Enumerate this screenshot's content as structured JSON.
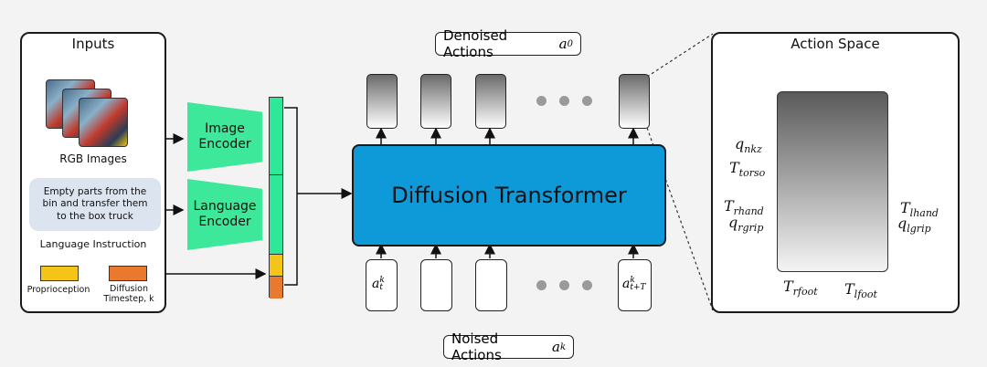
{
  "inputs": {
    "title": "Inputs",
    "rgb_label": "RGB Images",
    "instruction_text": "Empty parts from the bin and transfer them to the box truck",
    "instruction_label": "Language Instruction",
    "proprio_label": "Proprioception",
    "timestep_label": "Diffusion Timestep, k"
  },
  "encoders": {
    "image_line1": "Image",
    "image_line2": "Encoder",
    "language_line1": "Language",
    "language_line2": "Encoder"
  },
  "transformer": {
    "label": "Diffusion Transformer"
  },
  "denoised": {
    "text": "Denoised Actions",
    "symbol": "a",
    "sub": "0"
  },
  "noised": {
    "text": "Noised Actions",
    "symbol": "a",
    "sub": "k",
    "first_card": {
      "base": "a",
      "sup": "k",
      "sub": "t"
    },
    "last_card": {
      "base": "a",
      "sup": "k",
      "sub": "t+T"
    }
  },
  "action_space": {
    "title": "Action Space",
    "labels": [
      {
        "base": "q",
        "sub": "nkz"
      },
      {
        "base": "T",
        "sub": "torso"
      },
      {
        "base": "T",
        "sub": "rhand"
      },
      {
        "base": "q",
        "sub": "rgrip"
      },
      {
        "base": "T",
        "sub": "lhand"
      },
      {
        "base": "q",
        "sub": "lgrip"
      },
      {
        "base": "T",
        "sub": "rfoot"
      },
      {
        "base": "T",
        "sub": "lfoot"
      }
    ]
  },
  "colors": {
    "encoder": "#3de89a",
    "transformer": "#0e99d9",
    "proprioception": "#f5c419",
    "timestep": "#e8792e",
    "token_green": "#2ee89a"
  }
}
